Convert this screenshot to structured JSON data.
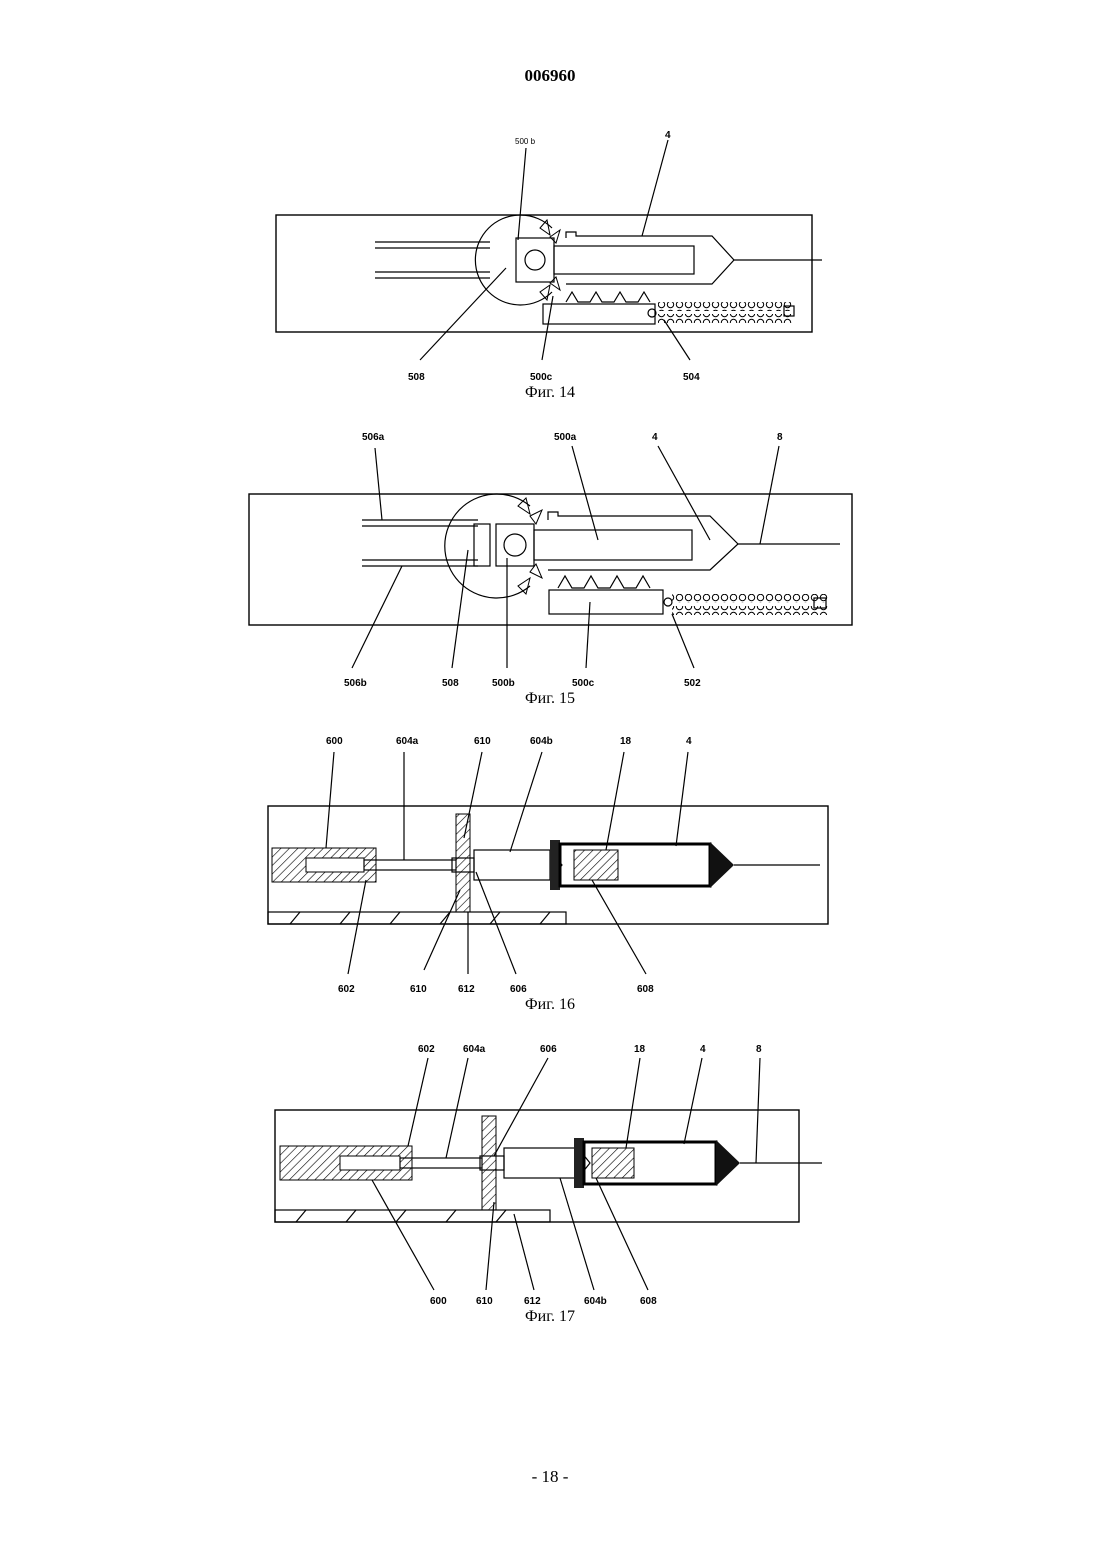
{
  "header": {
    "document_number": "006960"
  },
  "footer": {
    "page_label": "- 18 -"
  },
  "figures": [
    {
      "caption": "Фиг. 14",
      "labels": {
        "l500b": "500 b",
        "l4": "4",
        "l508": "508",
        "l500c": "500c",
        "l504": "504"
      }
    },
    {
      "caption": "Фиг. 15",
      "labels": {
        "l506a": "506a",
        "l500a": "500a",
        "l4": "4",
        "l8": "8",
        "l506b": "506b",
        "l508": "508",
        "l500b": "500b",
        "l500c": "500c",
        "l502": "502"
      }
    },
    {
      "caption": "Фиг. 16",
      "labels": {
        "l600": "600",
        "l604a": "604a",
        "l610": "610",
        "l604b": "604b",
        "l18": "18",
        "l4": "4",
        "l602": "602",
        "l610b": "610",
        "l612": "612",
        "l606": "606",
        "l608": "608"
      }
    },
    {
      "caption": "Фиг. 17",
      "labels": {
        "l602": "602",
        "l604a": "604a",
        "l606": "606",
        "l18": "18",
        "l4": "4",
        "l8": "8",
        "l600": "600",
        "l610": "610",
        "l612": "612",
        "l604b": "604b",
        "l608": "608"
      }
    }
  ]
}
